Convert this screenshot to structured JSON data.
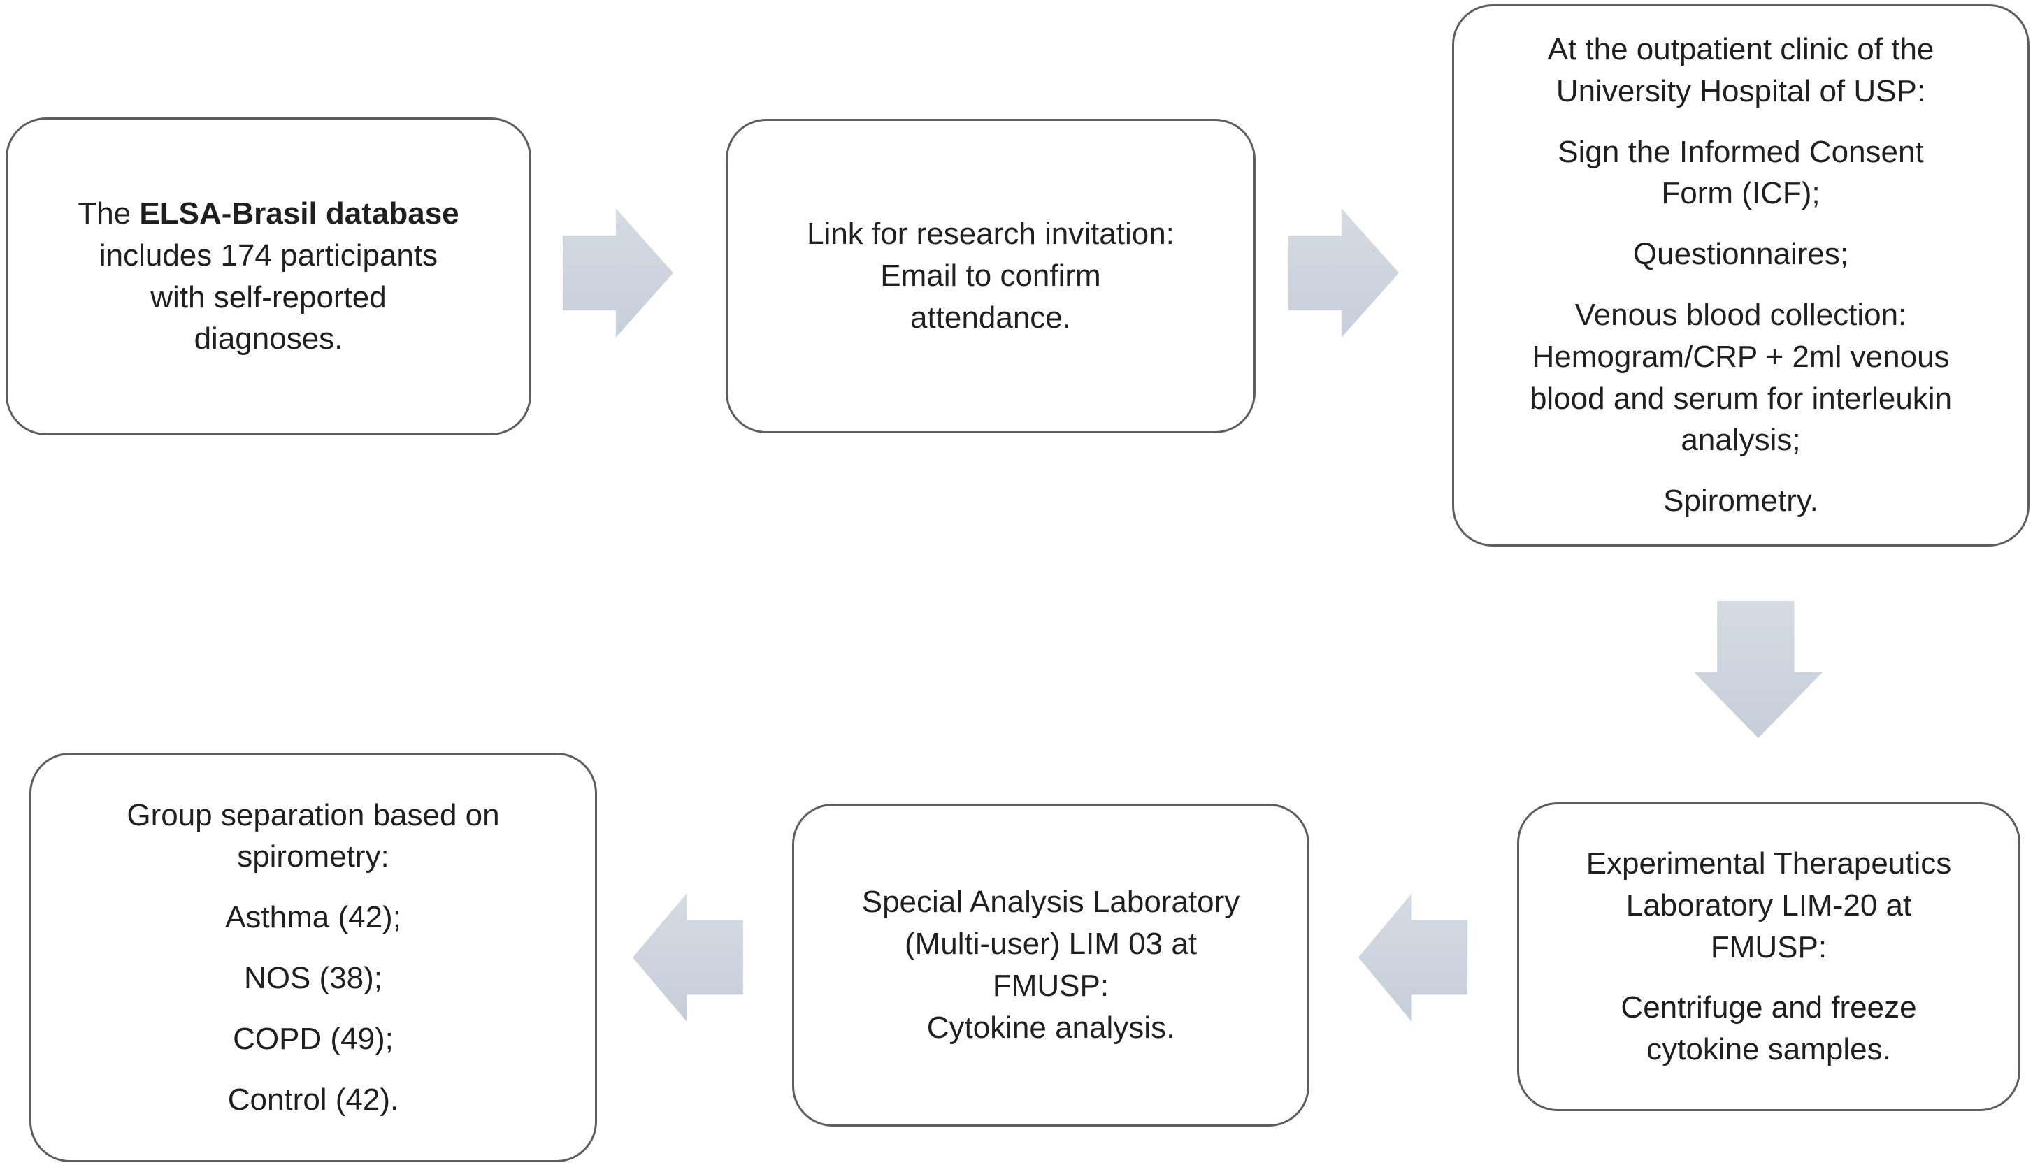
{
  "figure": {
    "background": "#ffffff",
    "border_color": "#5e5e5e",
    "text_color": "#1f1f1f",
    "arrow_fill_top": "#d6dbe2",
    "arrow_fill_bottom": "#c6ced9"
  },
  "boxes": [
    {
      "id": "elsa",
      "paragraphs": [
        {
          "lines": [
            [
              {
                "t": "The ",
                "b": false
              },
              {
                "t": "ELSA-Brasil database",
                "b": true
              }
            ],
            [
              {
                "t": "includes 174 participants"
              }
            ],
            [
              {
                "t": "with self-reported"
              }
            ],
            [
              {
                "t": "diagnoses."
              }
            ]
          ]
        }
      ]
    },
    {
      "id": "invitation",
      "paragraphs": [
        {
          "lines": [
            [
              {
                "t": "Link for research invitation:"
              }
            ],
            [
              {
                "t": "Email to confirm"
              }
            ],
            [
              {
                "t": "attendance."
              }
            ]
          ]
        }
      ]
    },
    {
      "id": "clinic",
      "paragraphs": [
        {
          "lines": [
            [
              {
                "t": "At the outpatient clinic of the"
              }
            ],
            [
              {
                "t": "University Hospital of USP:"
              }
            ]
          ]
        },
        {
          "lines": [
            [
              {
                "t": "Sign the Informed Consent"
              }
            ],
            [
              {
                "t": "Form (ICF);"
              }
            ]
          ]
        },
        {
          "lines": [
            [
              {
                "t": "Questionnaires;"
              }
            ]
          ]
        },
        {
          "lines": [
            [
              {
                "t": "Venous blood collection:"
              }
            ],
            [
              {
                "t": "Hemogram/CRP + 2ml venous"
              }
            ],
            [
              {
                "t": "blood and serum for interleukin"
              }
            ],
            [
              {
                "t": "analysis;"
              }
            ]
          ]
        },
        {
          "lines": [
            [
              {
                "t": "Spirometry."
              }
            ]
          ]
        }
      ]
    },
    {
      "id": "lim20",
      "paragraphs": [
        {
          "lines": [
            [
              {
                "t": "Experimental Therapeutics"
              }
            ],
            [
              {
                "t": "Laboratory LIM-20 at"
              }
            ],
            [
              {
                "t": "FMUSP:"
              }
            ]
          ]
        },
        {
          "lines": [
            [
              {
                "t": "Centrifuge and freeze"
              }
            ],
            [
              {
                "t": "cytokine samples."
              }
            ]
          ]
        }
      ]
    },
    {
      "id": "lim03",
      "paragraphs": [
        {
          "lines": [
            [
              {
                "t": "Special Analysis Laboratory"
              }
            ],
            [
              {
                "t": "(Multi-user) LIM 03 at"
              }
            ],
            [
              {
                "t": "FMUSP:"
              }
            ]
          ]
        },
        {
          "lines": [
            [
              {
                "t": "Cytokine analysis."
              }
            ]
          ]
        }
      ]
    },
    {
      "id": "groups",
      "paragraphs": [
        {
          "lines": [
            [
              {
                "t": "Group separation based on"
              }
            ],
            [
              {
                "t": "spirometry:"
              }
            ]
          ]
        },
        {
          "lines": [
            [
              {
                "t": "Asthma (42);"
              }
            ]
          ]
        },
        {
          "lines": [
            [
              {
                "t": "NOS (38);"
              }
            ]
          ]
        },
        {
          "lines": [
            [
              {
                "t": "COPD (49);"
              }
            ]
          ]
        },
        {
          "lines": [
            [
              {
                "t": "Control (42)."
              }
            ]
          ]
        }
      ]
    }
  ],
  "arrows": [
    {
      "id": "arrow-1",
      "icon": "right-arrow-icon",
      "direction": "right"
    },
    {
      "id": "arrow-2",
      "icon": "right-arrow-icon",
      "direction": "right"
    },
    {
      "id": "arrow-3",
      "icon": "down-arrow-icon",
      "direction": "down"
    },
    {
      "id": "arrow-4",
      "icon": "left-arrow-icon",
      "direction": "left"
    },
    {
      "id": "arrow-5",
      "icon": "left-arrow-icon",
      "direction": "left"
    }
  ]
}
